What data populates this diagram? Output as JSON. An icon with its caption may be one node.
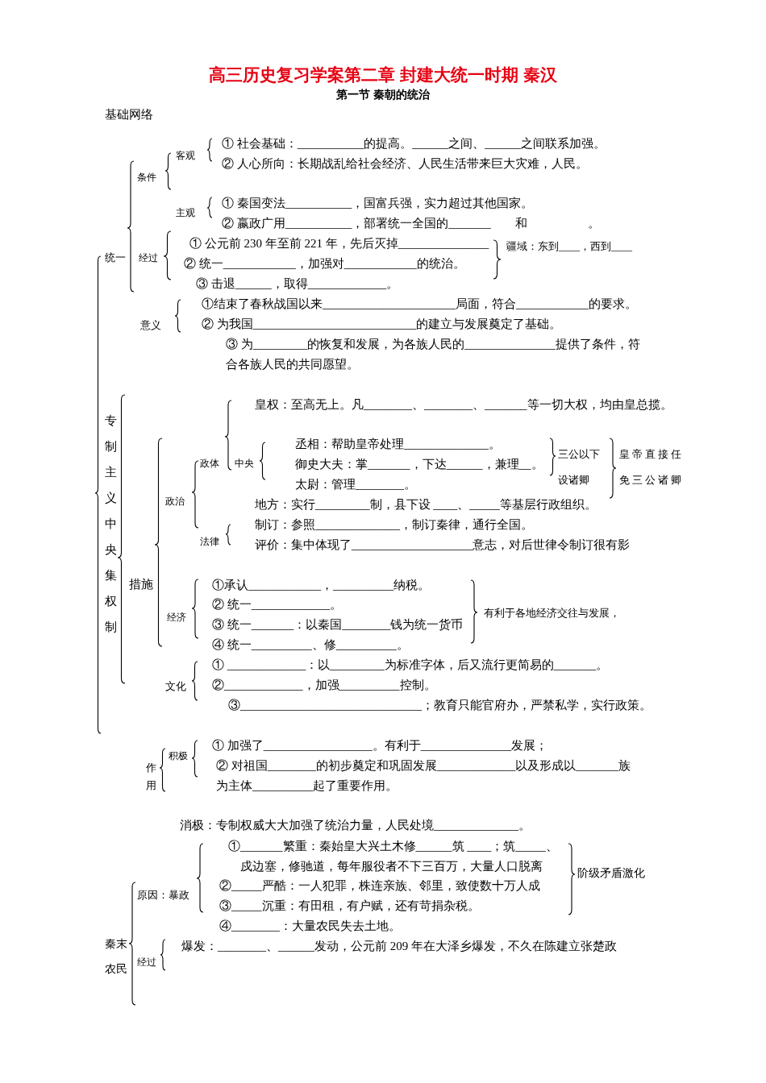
{
  "diagram": {
    "title": "高三历史复习学案第二章 封建大统一时期 秦汉",
    "labels": [
      "第一节 秦朝的统治",
      "基础网络",
      "① 社会基础：___________的提高。______之间、______之间联系加强。",
      "客观",
      "② 人心所向：长期战乱给社会经济、人民生活带来巨大灾难，人民。",
      "条件",
      "① 秦国变法___________，国富兵强，实力超过其他国家。",
      "主观",
      "② 嬴政广用___________，部署统一全国的_______　　和　　　　　。",
      "① 公元前 230 年至前 221 年，先后灭掉_______________",
      "疆域：东到____，西到____",
      "统一",
      "经过",
      "② 统一____________，加强对____________的统治。",
      "③ 击退______，取得_____________。",
      "①结束了春秋战国以来______________________局面，符合____________的要求。",
      "意义",
      "② 为我国___________________________的建立与发展奠定了基础。",
      "③ 为_________的恢复和发展，为各族人民的_______________提供了条件，符合各族人民的共同愿望。",
      "皇权：至高无上。凡________、________、_______等一切大权，均由皇总揽。",
      "专制主义中央集权制",
      "丞相：帮助皇帝处理______________。",
      "三公以下设诸卿",
      "皇帝直接任免三公诸卿",
      "政体",
      "中央",
      "御史大夫：掌_______，下达______，兼理__。",
      "太尉：管理________。",
      "政治",
      "地方：实行_________制，县下设 ____、_____等基层行政组织。",
      "制订：参照______________，制订秦律，通行全国。",
      "法律",
      "评价：集中体现了____________________意志，对后世律令制订很有影",
      "措施",
      "①承认____________，__________纳税。",
      "② 统一_____________。",
      "经济",
      "有利于各地经济交往与发展，",
      "③ 统一_______：以秦国________钱为统一货币",
      "④ 统一__________、修__________。",
      "① _____________：以_________为标准字体，后又流行更简易的_______。",
      "文化",
      "②_____________，加强__________控制。",
      "③______________________________；教育只能官府办，严禁私学，实行政策。",
      "积极",
      "① 加强了__________________。有利于_______________发展；",
      "作用",
      "② 对祖国________的初步奠定和巩固发展_____________以及形成以_______族为主体__________起了重要作用。",
      "消极：专制权威大大加强了统治力量，人民处境______________。",
      "①_______繁重：秦始皇大兴土木修______筑 ____；筑_____、戍边塞，修驰道，每年服役者不下三百万，大量人口脱离",
      "阶级矛盾激化",
      "原因：暴政",
      "②_____严酷：一人犯罪，株连亲族、邻里，致使数十万人成",
      "③_____沉重：有田租，有户赋，还有苛捐杂税。",
      "秦末农民",
      "④________：大量农民失去土地。",
      "爆发：________、______发动，公元前 209 年在大泽乡爆发，不久在陈建立张楚政",
      "经过"
    ]
  }
}
